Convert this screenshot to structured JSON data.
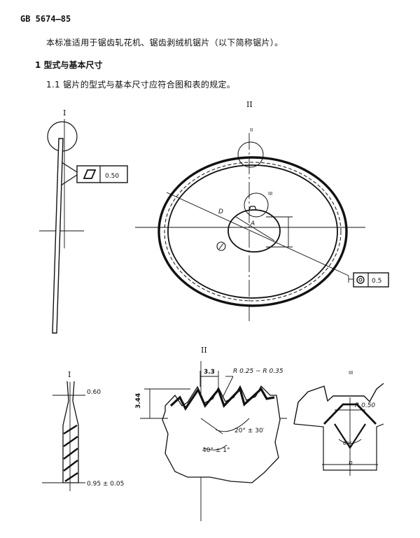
{
  "header": {
    "standard_code": "GB 5674—85"
  },
  "body": {
    "intro": "本标准适用于锯齿轧花机、锯齿剥绒机锯片（以下简称锯片）。",
    "section_1": "1  型式与基本尺寸",
    "section_1_1": "1.1  锯片的型式与基本尺寸应符合图和表的规定。"
  },
  "figure": {
    "view_labels": {
      "top_I": "I",
      "top_II": "II",
      "small_II": "II",
      "small_III": "III",
      "bottom_I": "I",
      "bottom_II": "II",
      "bottom_III": "III"
    },
    "dims": {
      "flatness_value": "0.50",
      "flatness_value_right": "0.5",
      "diameter_D": "D",
      "bore_A": "A",
      "thickness_top": "0.60",
      "thickness_bottom": "0.95 ± 0.05",
      "pitch": "3.3",
      "tooth_radius": "R 0.25 ~ R 0.35",
      "tooth_height": "3.44",
      "angle_front": "20° ± 30′",
      "angle_back": "40° ± 1°",
      "notch_radius": "R 0.50",
      "notch_angle": "60°",
      "notch_width": "b"
    }
  }
}
